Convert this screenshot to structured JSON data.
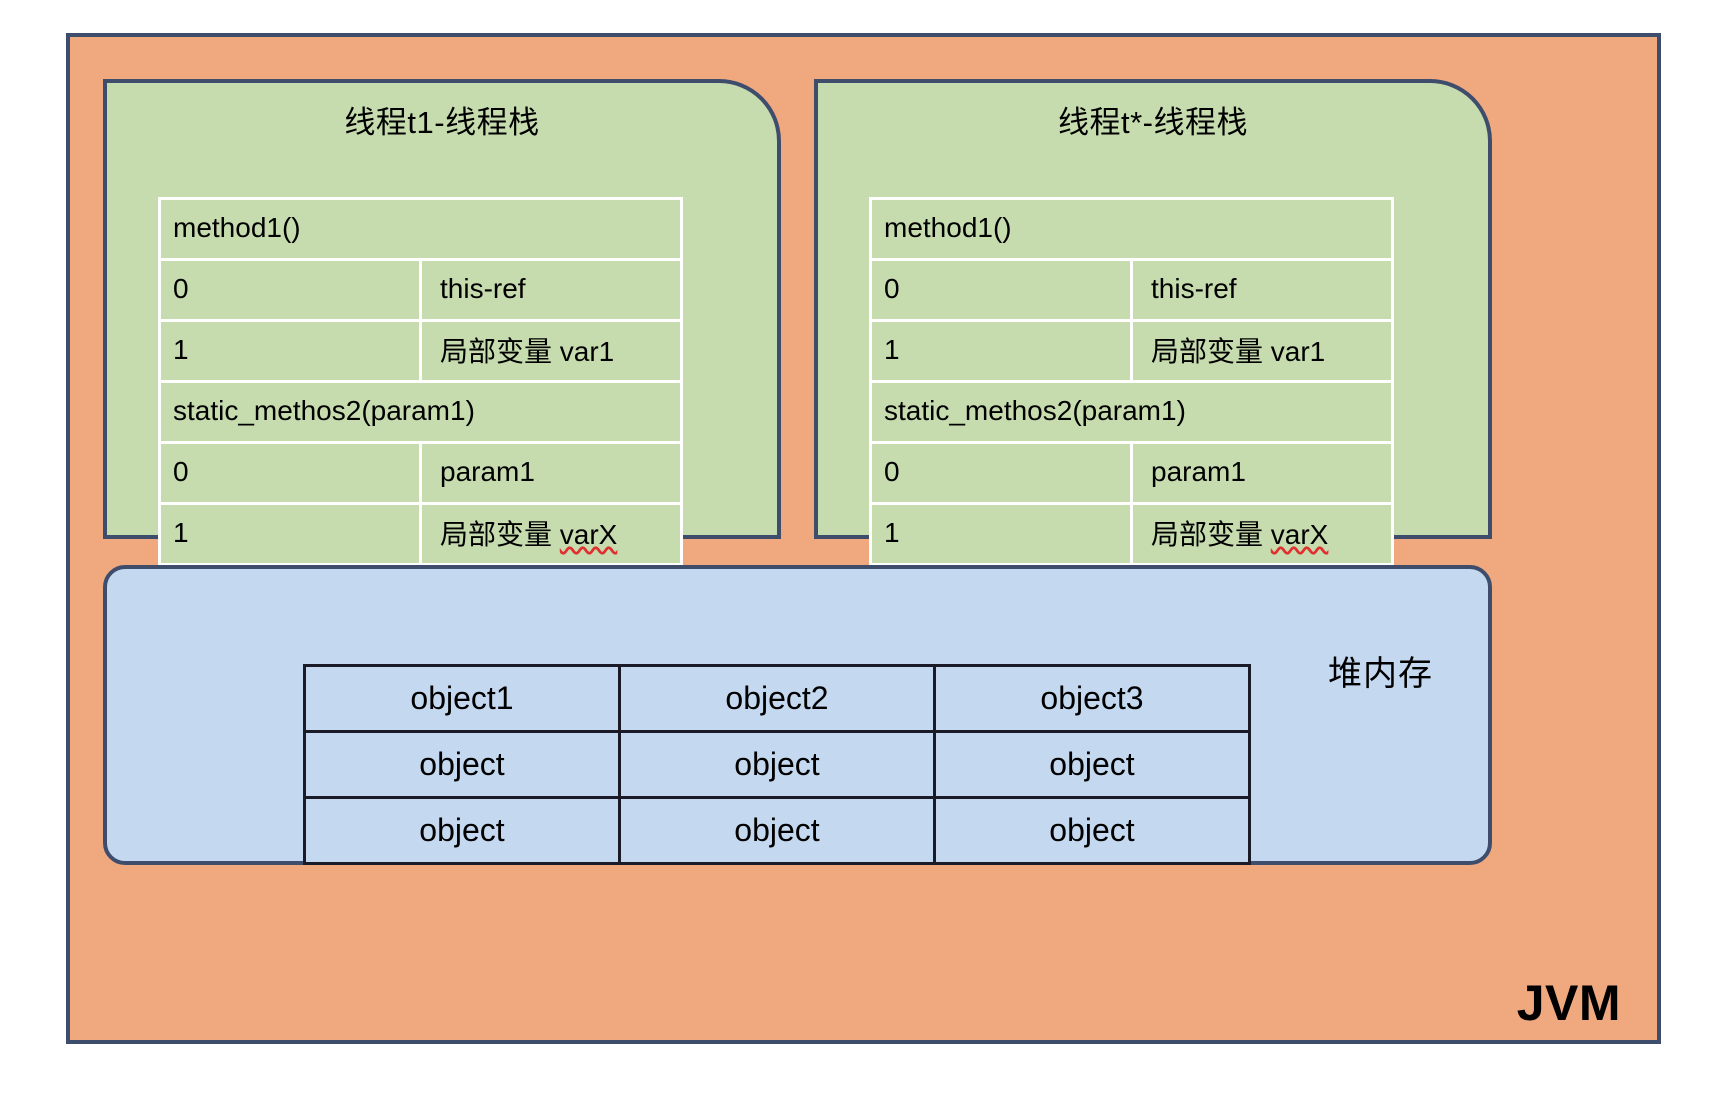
{
  "diagram": {
    "outer": {
      "label": "JVM",
      "fill_color": "#f0a87f",
      "border_color": "#3f4d6d"
    },
    "thread_stacks": [
      {
        "title": "线程t1-线程栈",
        "fill_color": "#c6dcae",
        "frames": [
          {
            "name": "method1()",
            "slots": [
              {
                "index": "0",
                "value": "this-ref",
                "misspelled": false
              },
              {
                "index": "1",
                "value": "局部变量 var1",
                "misspelled": false
              }
            ]
          },
          {
            "name": "static_methos2(param1)",
            "slots": [
              {
                "index": "0",
                "value": "param1",
                "misspelled": false
              },
              {
                "index": "1",
                "value": "局部变量 varX",
                "misspelled": true
              }
            ]
          }
        ]
      },
      {
        "title": "线程t*-线程栈",
        "fill_color": "#c6dcae",
        "frames": [
          {
            "name": "method1()",
            "slots": [
              {
                "index": "0",
                "value": "this-ref",
                "misspelled": false
              },
              {
                "index": "1",
                "value": "局部变量 var1",
                "misspelled": false
              }
            ]
          },
          {
            "name": "static_methos2(param1)",
            "slots": [
              {
                "index": "0",
                "value": "param1",
                "misspelled": false
              },
              {
                "index": "1",
                "value": "局部变量 varX",
                "misspelled": true
              }
            ]
          }
        ]
      }
    ],
    "heap": {
      "label": "堆内存",
      "fill_color": "#c4d8ef",
      "border_color": "#3f4d6d",
      "rows": [
        [
          "object1",
          "object2",
          "object3"
        ],
        [
          "object",
          "object",
          "object"
        ],
        [
          "object",
          "object",
          "object"
        ]
      ]
    }
  }
}
